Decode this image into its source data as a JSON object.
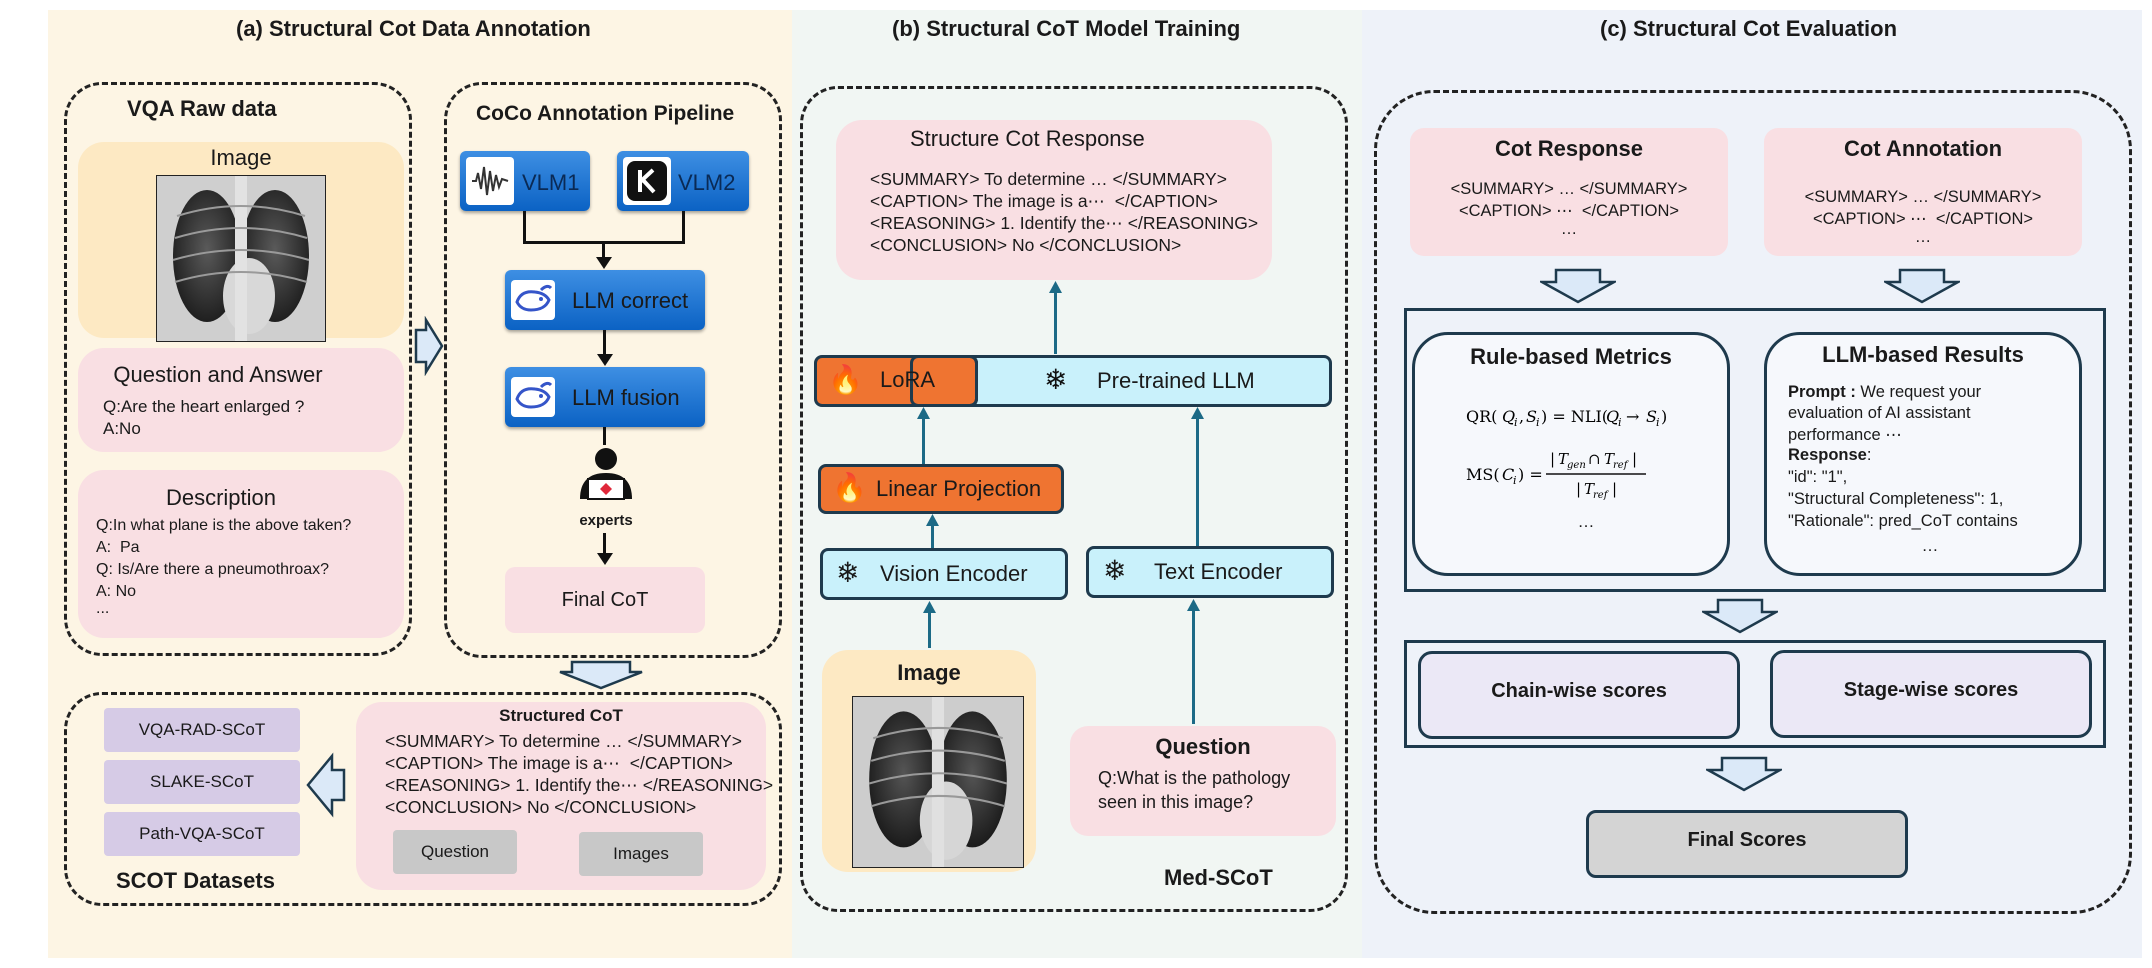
{
  "panel_a": {
    "title": "(a)  Structural Cot Data Annotation",
    "raw": {
      "title": "VQA Raw data",
      "image_label": "Image",
      "qa_title": "Question and Answer",
      "qa_lines": [
        "Q:Are the heart enlarged ?",
        "A:No"
      ],
      "desc_title": "Description",
      "desc_lines": [
        "Q:In what plane is the above taken?",
        "A:  Pa",
        "Q: Is/Are there a pneumothroax?",
        "A: No",
        "..."
      ]
    },
    "pipeline": {
      "title": "CoCo Annotation Pipeline",
      "vlm1": "VLM1",
      "vlm2": "VLM2",
      "llm_correct": "LLM correct",
      "llm_fusion": "LLM fusion",
      "experts": "experts",
      "final": "Final CoT"
    },
    "datasets": {
      "title": "SCOT Datasets",
      "items": [
        "VQA-RAD-SCoT",
        "SLAKE-SCoT",
        "Path-VQA-SCoT"
      ],
      "structured_title": "Structured CoT",
      "structured_lines": [
        "<SUMMARY> To determine … </SUMMARY>",
        "<CAPTION> The image is a⋯  </CAPTION>",
        "<REASONING> 1. Identify the⋯ </REASONING>",
        "<CONCLUSION> No </CONCLUSION>"
      ],
      "question_btn": "Question",
      "images_btn": "Images"
    }
  },
  "panel_b": {
    "title": "(b)   Structural CoT Model Training",
    "response_title": "Structure Cot Response",
    "response_lines": [
      "<SUMMARY> To determine … </SUMMARY>",
      "<CAPTION> The image is a⋯  </CAPTION>",
      "<REASONING> 1. Identify the⋯ </REASONING>",
      "<CONCLUSION> No </CONCLUSION>"
    ],
    "lora": "LoRA",
    "pretrained": "Pre-trained LLM",
    "linear": "Linear Projection",
    "vision": "Vision Encoder",
    "text": "Text Encoder",
    "image_label": "Image",
    "question_title": "Question",
    "question_lines": [
      "Q:What is the pathology",
      "seen in this image?"
    ],
    "model_name": "Med-SCoT"
  },
  "panel_c": {
    "title": "(c)   Structural Cot Evaluation",
    "cot_response": {
      "title": "Cot Response",
      "lines": [
        "<SUMMARY> … </SUMMARY>",
        "<CAPTION> ⋯  </CAPTION>",
        "…"
      ]
    },
    "cot_annotation": {
      "title": "Cot Annotation",
      "lines": [
        "<SUMMARY> … </SUMMARY>",
        "<CAPTION> ⋯  </CAPTION>",
        "…"
      ]
    },
    "rule": {
      "title": "Rule-based Metrics",
      "dots": "…"
    },
    "llm": {
      "title": "LLM-based Results",
      "prompt_label": "Prompt :",
      "prompt_text": " We request your",
      "prompt_lines": [
        "evaluation of AI assistant",
        "performance ⋯"
      ],
      "response_label": "Response",
      "response_lines": [
        "\"id\": \"1\",",
        "\"Structural Completeness\": 1,",
        "\"Rationale\": pred_CoT contains"
      ],
      "dots": "…"
    },
    "chain": "Chain-wise scores",
    "stage": "Stage-wise scores",
    "final": "Final Scores"
  },
  "colors": {
    "panel_a_bg": "#fdf5e4",
    "panel_b_bg": "#f1f6f3",
    "panel_c_bg": "#eef2f9",
    "pink": "#f9dfe3",
    "cream": "#fde9c3",
    "cyan": "#c9f1fb",
    "orange": "#ef7431",
    "blue": "#0b62c4",
    "purple": "#d6cbe6",
    "navy": "#1e3a4d",
    "teal_arrow": "#1c6a86"
  }
}
